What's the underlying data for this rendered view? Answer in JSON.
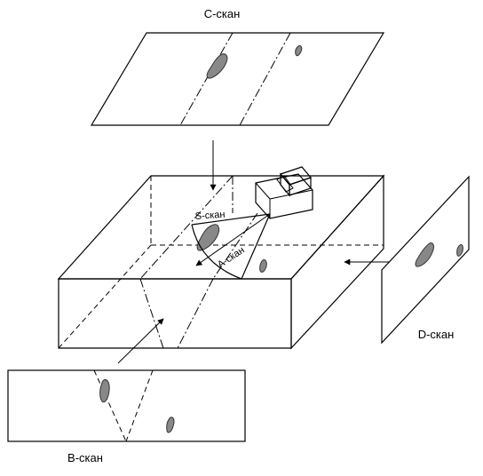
{
  "labels": {
    "c_scan": "C-скан",
    "s_scan": "S-скан",
    "a_scan": "A-скан",
    "d_scan": "D-скан",
    "b_scan": "B-скан"
  },
  "colors": {
    "block_top": "#e6e6e6",
    "block_front": "#e9e9e9",
    "block_right": "#bdbdbd",
    "probe": "#f2f2f2",
    "flaw": "#888888"
  }
}
